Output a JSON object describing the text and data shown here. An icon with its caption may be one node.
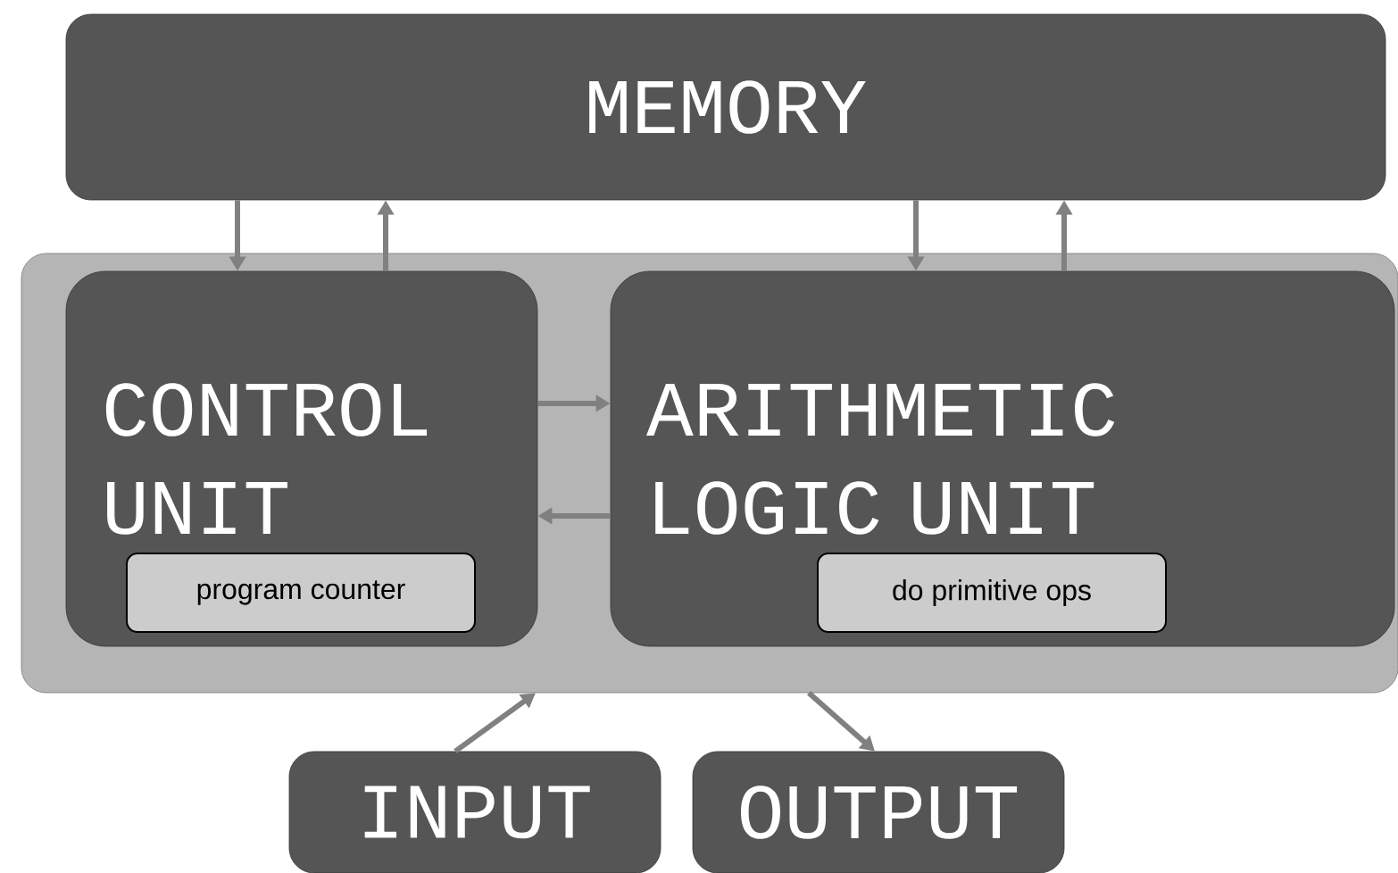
{
  "diagram": {
    "nodes": [
      {
        "text": [
          "MEMORY"
        ]
      },
      {
        "text": [],
        "shape": "box"
      },
      {
        "text": [
          "CONTROL UNIT"
        ],
        "in": 1
      },
      {
        "text": [
          "program counter"
        ],
        "in": 2
      },
      {
        "text": [
          "ARITHMETIC LOGIC UNIT"
        ],
        "in": 1
      },
      {
        "text": [
          "do primitive ops"
        ],
        "in": 4
      },
      {
        "text": [
          "INPUT"
        ]
      },
      {
        "text": [
          "OUTPUT"
        ]
      }
    ],
    "edges": [
      {
        "from": 0,
        "to": 2,
        "arrow": "to"
      },
      {
        "from": 2,
        "to": 0,
        "arrow": "to"
      },
      {
        "from": 0,
        "to": 4,
        "arrow": "to"
      },
      {
        "from": 4,
        "to": 0,
        "arrow": "to"
      },
      {
        "from": 2,
        "to": 4,
        "arrow": "to"
      },
      {
        "from": 4,
        "to": 2,
        "arrow": "to"
      },
      {
        "from": 6,
        "to": 1,
        "arrow": "to"
      },
      {
        "from": 1,
        "to": 7,
        "arrow": "to"
      }
    ]
  }
}
